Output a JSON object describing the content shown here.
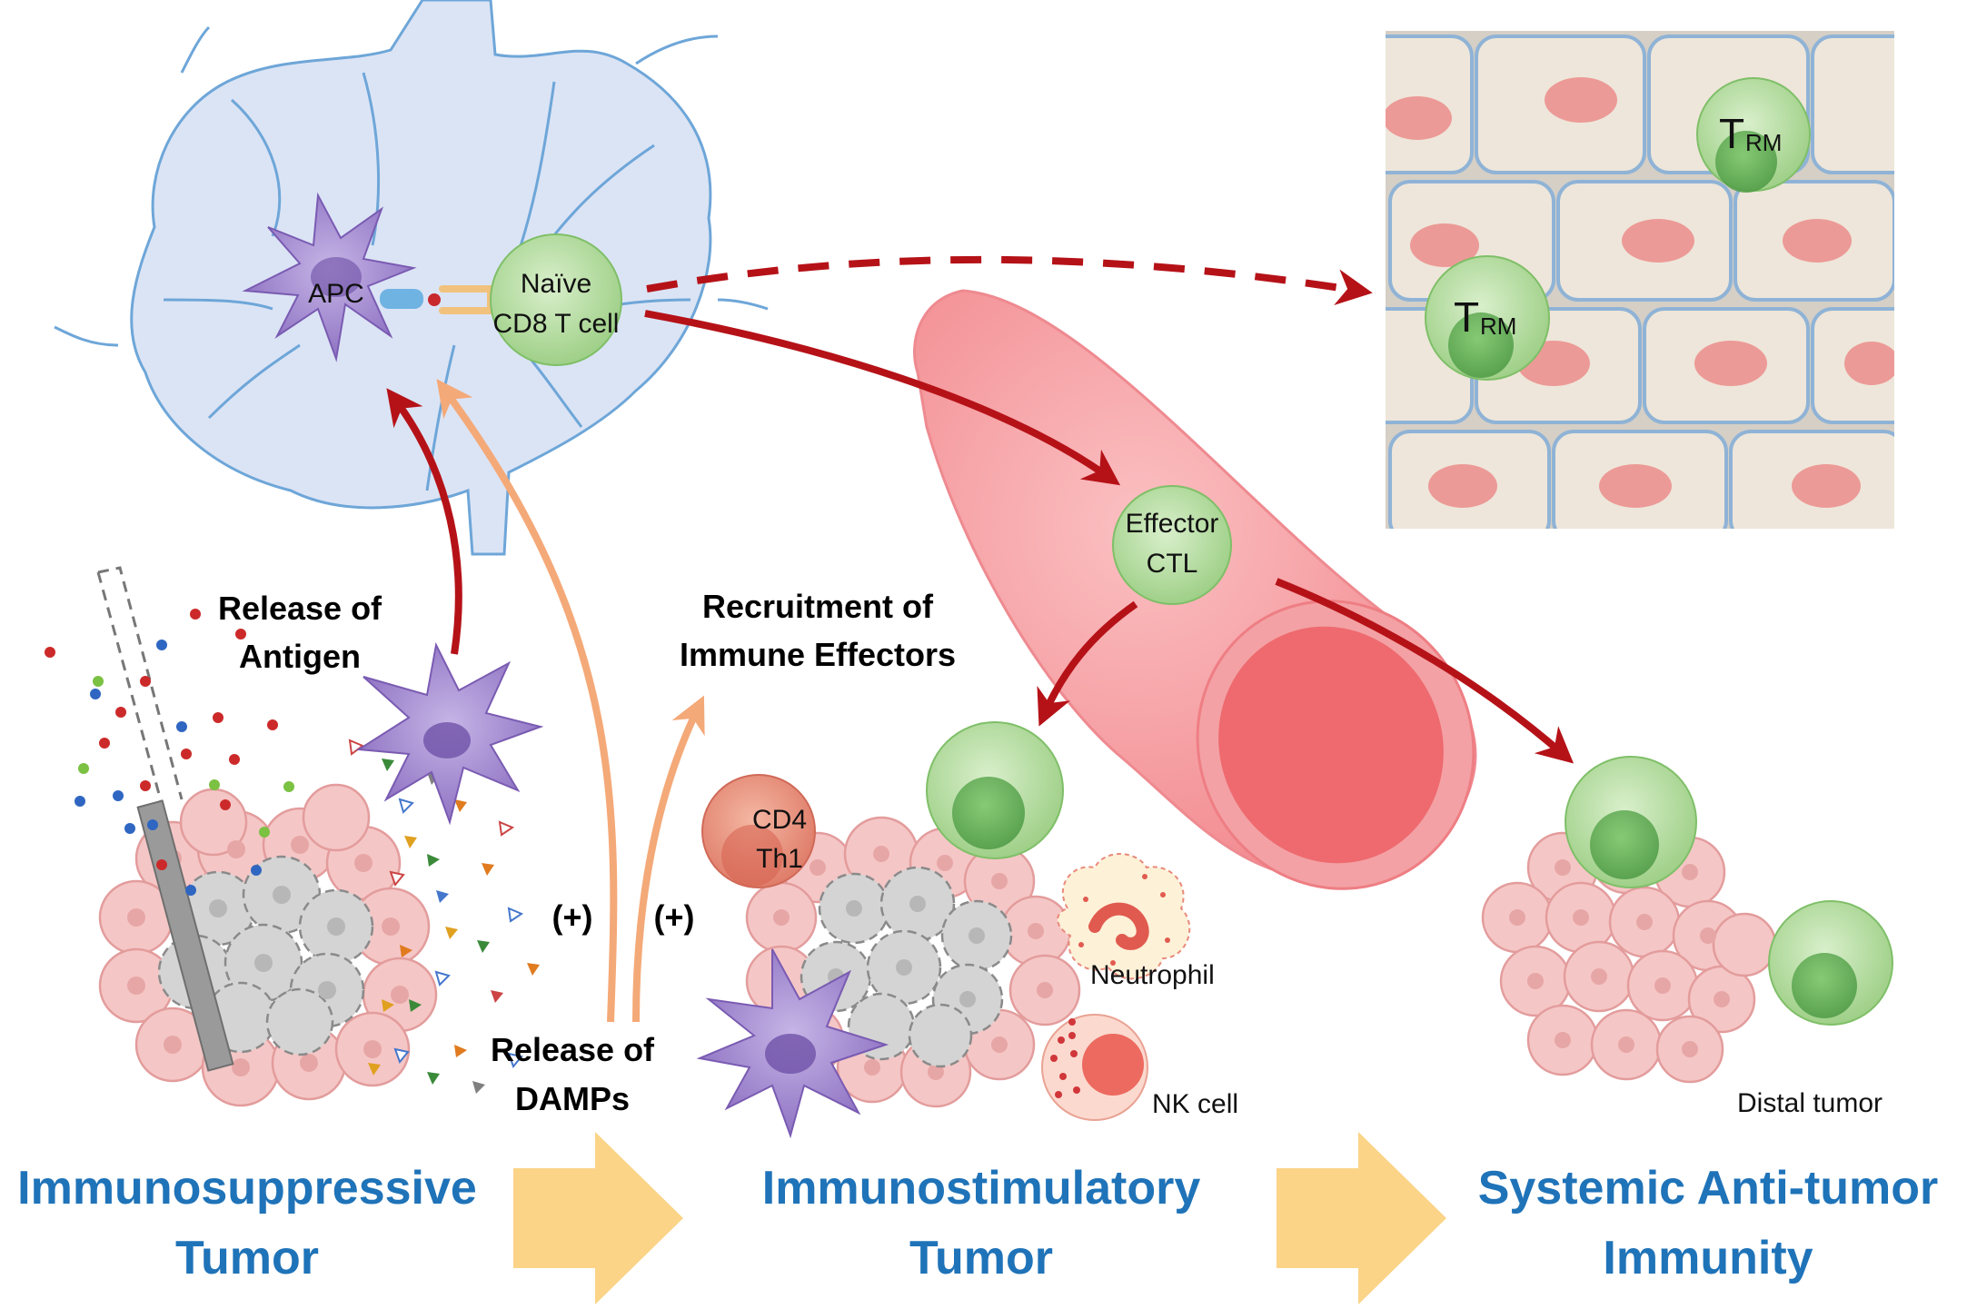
{
  "cells": {
    "apc": "APC",
    "naive_line1": "Naïve",
    "naive_line2": "CD8 T cell",
    "trm_main": "T",
    "trm_sub": "RM",
    "effector_line1": "Effector",
    "effector_line2": "CTL",
    "cd4_line1": "CD4",
    "cd4_line2": "Th1",
    "neutrophil": "Neutrophil",
    "nk": "NK cell",
    "distal": "Distal tumor"
  },
  "captions": {
    "antigen_line1": "Release of",
    "antigen_line2": "Antigen",
    "recruit_line1": "Recruitment of",
    "recruit_line2": "Immune Effectors",
    "damps_line1": "Release of",
    "damps_line2": "DAMPs",
    "plus": "(+)"
  },
  "stages": {
    "s1_line1": "Immunosuppressive",
    "s1_line2": "Tumor",
    "s2_line1": "Immunostimulatory",
    "s2_line2": "Tumor",
    "s3_line1": "Systemic Anti-tumor",
    "s3_line2": "Immunity"
  },
  "colors": {
    "stage_title": "#1f73b8",
    "red_arrow": "#b51218",
    "orange_arrow": "#f4a978",
    "lymph_fill": "#dbe4f5",
    "lymph_stroke": "#6ea6d8",
    "t_cell": "#a8d890",
    "apc": "#9a82c7",
    "tumor_cell": "#f5c6c6",
    "vessel": "#f38b8f",
    "stage_arrow": "#fbd488"
  }
}
